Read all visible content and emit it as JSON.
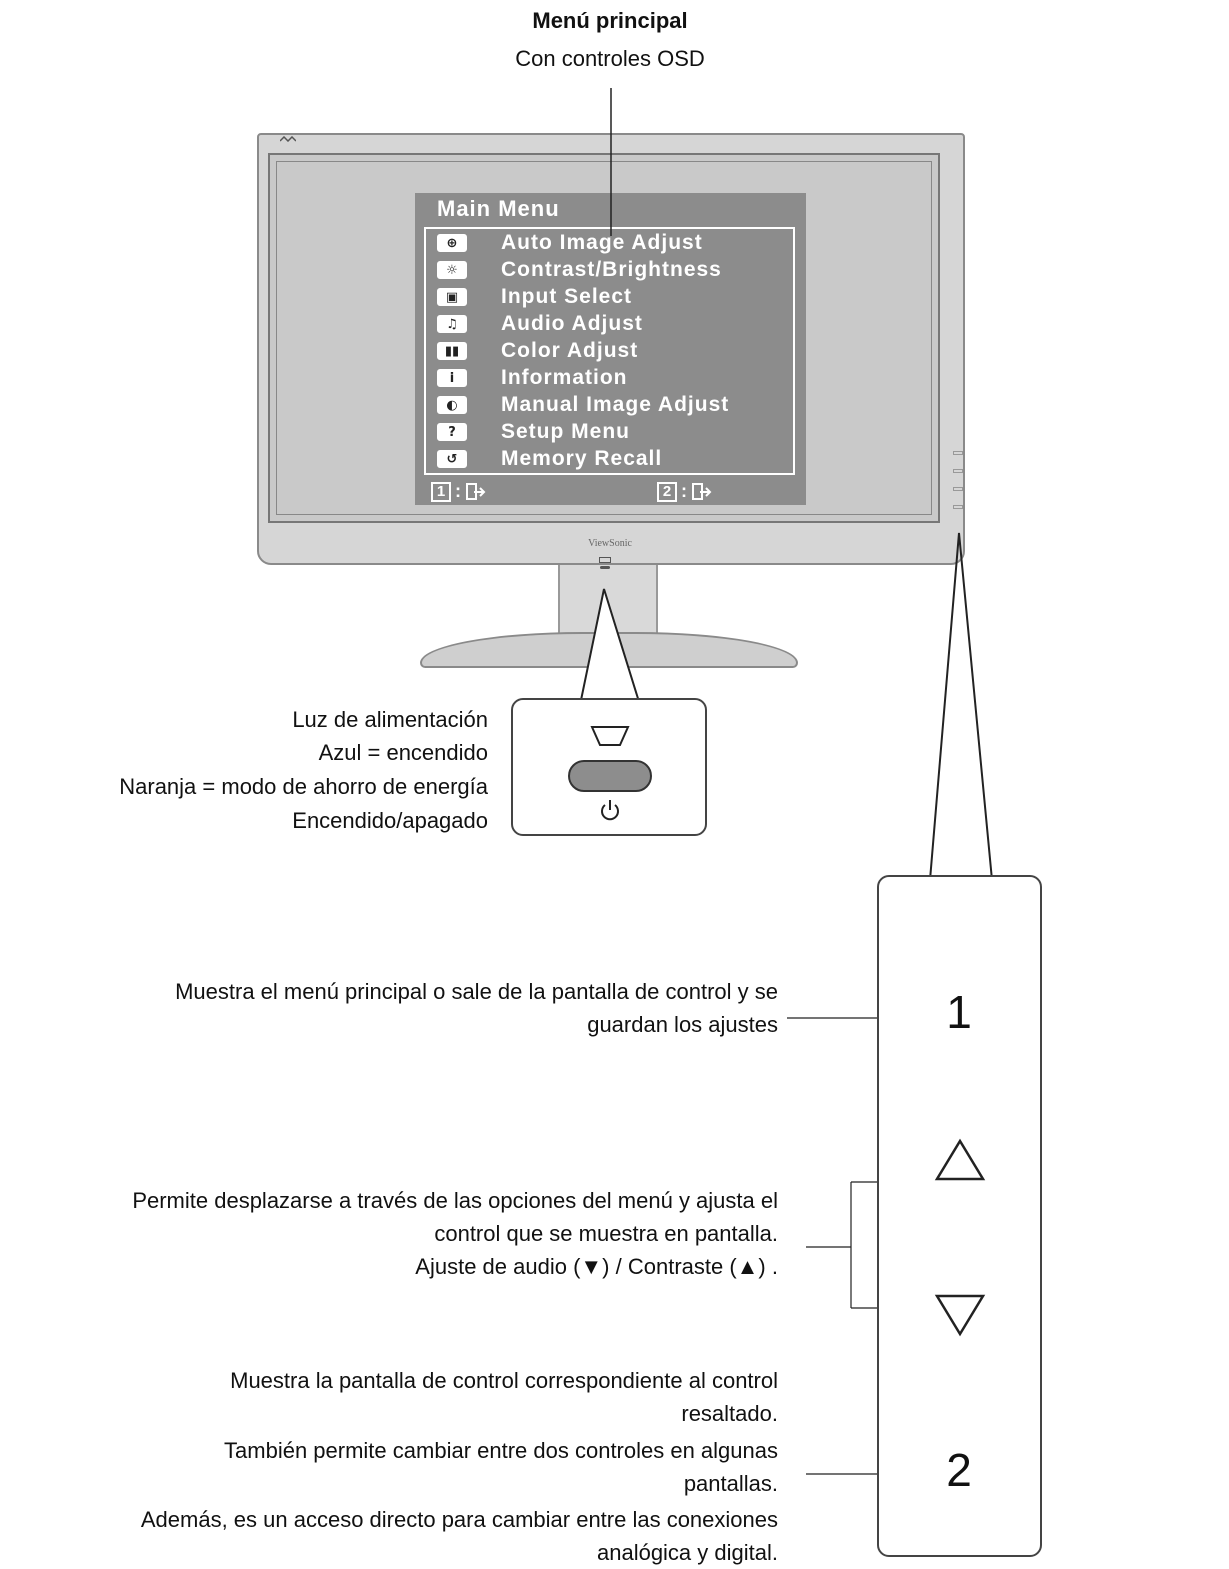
{
  "header": {
    "title": "Menú principal",
    "subtitle": "Con controles OSD"
  },
  "monitor": {
    "brand": "ViewSonic"
  },
  "osd": {
    "title": "Main Menu",
    "items": [
      {
        "label": "Auto Image Adjust",
        "icon": "auto-adjust-icon",
        "glyph": "⊕"
      },
      {
        "label": "Contrast/Brightness",
        "icon": "contrast-brightness-icon",
        "glyph": "☼"
      },
      {
        "label": "Input Select",
        "icon": "input-select-icon",
        "glyph": "▣"
      },
      {
        "label": "Audio Adjust",
        "icon": "audio-icon",
        "glyph": "♫"
      },
      {
        "label": "Color Adjust",
        "icon": "color-adjust-icon",
        "glyph": "▮▮"
      },
      {
        "label": "Information",
        "icon": "information-icon",
        "glyph": "i"
      },
      {
        "label": "Manual Image Adjust",
        "icon": "manual-adjust-icon",
        "glyph": "◐"
      },
      {
        "label": "Setup Menu",
        "icon": "setup-icon",
        "glyph": "?"
      },
      {
        "label": "Memory Recall",
        "icon": "memory-recall-icon",
        "glyph": "↺"
      }
    ],
    "key1": {
      "num": "1",
      "sep": ":",
      "icon": "exit-icon"
    },
    "key2": {
      "num": "2",
      "sep": ":",
      "icon": "enter-icon"
    }
  },
  "power": {
    "lines": [
      "Luz de alimentación",
      "Azul = encendido",
      "Naranja = modo de ahorro de energía",
      "Encendido/apagado"
    ]
  },
  "panel": {
    "btn1": "1",
    "btn2": "2"
  },
  "desc": {
    "btn1": [
      "Muestra el menú principal o sale de la pantalla de control y se",
      "guardan los ajustes"
    ],
    "arrows": [
      "Permite desplazarse a través de las opciones del menú y ajusta el",
      "control que se muestra en pantalla.",
      "Ajuste de audio (▼) / Contraste  (▲) ."
    ],
    "btn2": [
      "Muestra la pantalla de control correspondiente al control",
      "resaltado.",
      "También permite cambiar entre dos controles en algunas",
      "pantallas.",
      "Además, es un acceso directo para cambiar entre las conexiones",
      "analógica y digital."
    ]
  }
}
